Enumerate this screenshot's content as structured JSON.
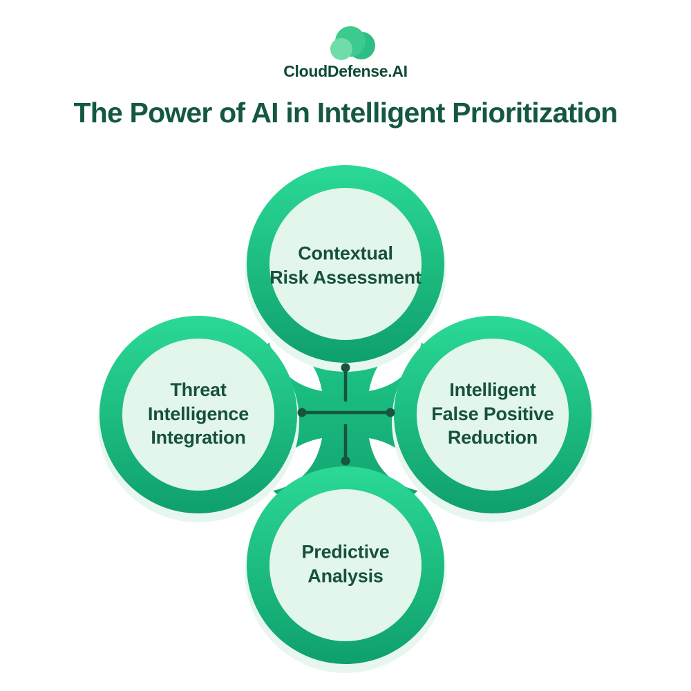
{
  "logo": {
    "brand": "CloudDefense.AI",
    "icon": "cloud-logo-icon"
  },
  "title": "The Power of AI in Intelligent Prioritization",
  "diagram": {
    "type": "four-circle-cross-diagram",
    "connector": "plus-connector-with-end-dots",
    "circles": [
      {
        "position": "top",
        "label": "Contextual\nRisk Assessment"
      },
      {
        "position": "left",
        "label": "Threat\nIntelligence\nIntegration"
      },
      {
        "position": "right",
        "label": "Intelligent\nFalse Positive\nReduction"
      },
      {
        "position": "bottom",
        "label": "Predictive\nAnalysis"
      }
    ]
  },
  "colors": {
    "background": "#ffffff",
    "title_text": "#14593f",
    "brand_text": "#0c4a36",
    "circle_label_text": "#175139",
    "ring_gradient_top": "#2bd996",
    "ring_gradient_bottom": "#0fa06c",
    "circle_fill": "#e2f6ec",
    "halo": "#e7f7ef",
    "connector": "#185440",
    "logo_cloud_main": "#3cca8f",
    "logo_cloud_dark": "#2ebd85",
    "logo_cloud_light": "#70dcaa"
  }
}
